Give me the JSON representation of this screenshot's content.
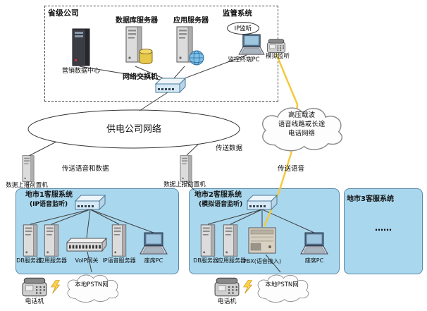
{
  "colors": {
    "city_box_bg": "#a9d7ee",
    "voice_link_yellow": "#f5c93d",
    "network_line": "#404040",
    "db_cylinder": "#e6c84a",
    "globe_blue": "#7ec0e8"
  },
  "province": {
    "title": "省级公司",
    "marketing": "营销数据中心",
    "db": "数据库服务器",
    "app": "应用服务器",
    "supervision": "监管系统",
    "ip_monitor": "IP监听",
    "monitor_pc": "监控终端PC",
    "analog_monitor": "模拟监听",
    "switch": "网络交换机"
  },
  "backbone": {
    "ellipse": "供电公司网络",
    "cloud_line1": "高压载波",
    "cloud_line2": "语音线路或长途",
    "cloud_line3": "电话网络",
    "send_voice_data": "传送语音和数据",
    "send_data": "传送数据",
    "send_voice": "传送语音",
    "frontend_left": "数据上报前置机",
    "frontend_mid": "数据上报前置机"
  },
  "city1": {
    "title": "地市1客服系统",
    "subtitle": "(IP语音监听)",
    "db": "DB服务器",
    "app": "应用服务器",
    "voip": "VoIP网关",
    "ip_voice": "IP语音服务器",
    "agent": "座席PC",
    "pstn": "本地PSTN网",
    "phone": "电话机"
  },
  "city2": {
    "title": "地市2客服系统",
    "subtitle": "(模拟语音监听)",
    "db": "DB服务器",
    "app": "应用服务器",
    "pbx": "PBX(语音接入)",
    "agent": "座席PC",
    "pstn": "本地PSTN网",
    "phone": "电话机"
  },
  "city3": {
    "title": "地市3客服系统",
    "more": "……"
  }
}
